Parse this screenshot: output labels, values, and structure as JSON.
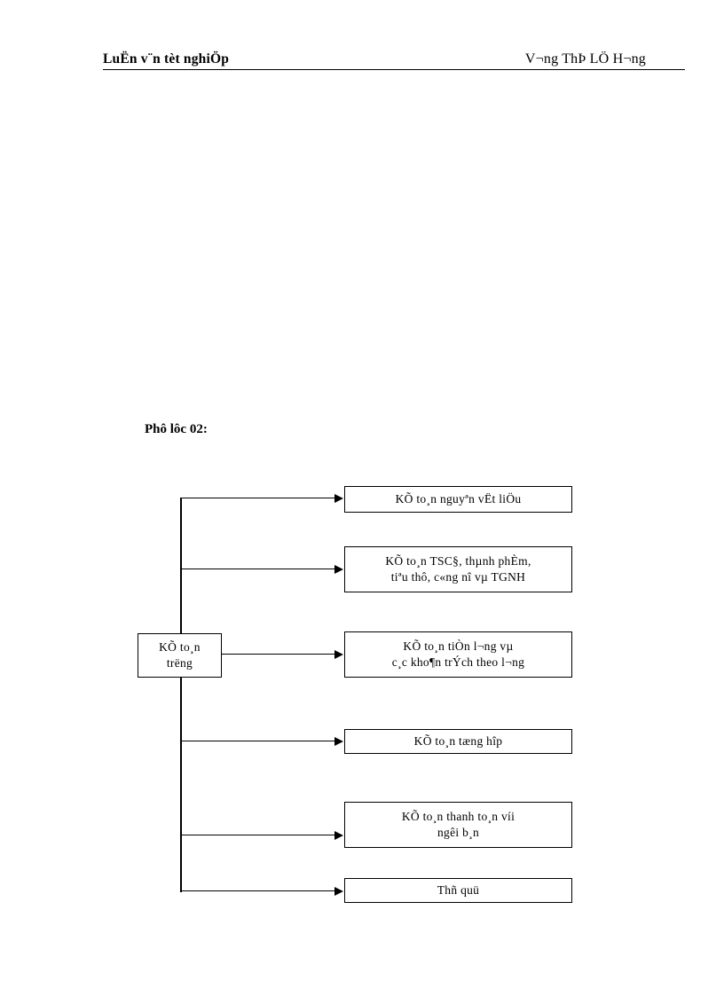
{
  "document": {
    "header": {
      "left_text": "LuËn v¨n tèt nghiÖp",
      "right_text": "V¬ng  ThÞ LÖ H¬ng"
    },
    "caption": "Phô lôc 02:"
  },
  "chart_data": {
    "type": "diagram",
    "title": "Phô lôc 02:",
    "layout": "horizontal-tree",
    "root": {
      "id": "ke-toan-truong",
      "line1": "KÕ to¸n",
      "line2": "trëng",
      "text": "Kế toán trưởng"
    },
    "nodes": [
      {
        "id": "ke-toan-nguyen-vat-lieu",
        "line1": "KÕ to¸n nguyªn  vËt liÖu",
        "line2": "",
        "text": "Kế toán nguyên vật liệu"
      },
      {
        "id": "ke-toan-tscd",
        "line1": "KÕ to¸n TSC§, thµnh phÈm,",
        "line2": "tiªu thô, c«ng nî vµ TGNH",
        "text": "Kế toán TSCĐ, thành phẩm, tiêu thụ, công nợ và TGNH"
      },
      {
        "id": "ke-toan-tien-luong",
        "line1": "KÕ to¸n tiÒn  l¬ng  vµ",
        "line2": "c¸c kho¶n  trÝch  theo l¬ng",
        "text": "Kế toán tiền lương và các khoản trích theo lương"
      },
      {
        "id": "ke-toan-tong-hop",
        "line1": "KÕ to¸n tæng  hîp",
        "line2": "",
        "text": "Kế toán tổng hợp"
      },
      {
        "id": "ke-toan-thanh-toan",
        "line1": "KÕ to¸n thanh  to¸n víi",
        "line2": "ngêi b¸n",
        "text": "Kế toán thanh toán với người bán"
      },
      {
        "id": "thu-quy",
        "line1": "Thñ  quü",
        "line2": "",
        "text": "Thủ quỹ"
      }
    ],
    "edges": [
      {
        "from": "ke-toan-truong",
        "to": "ke-toan-nguyen-vat-lieu"
      },
      {
        "from": "ke-toan-truong",
        "to": "ke-toan-tscd"
      },
      {
        "from": "ke-toan-truong",
        "to": "ke-toan-tien-luong"
      },
      {
        "from": "ke-toan-truong",
        "to": "ke-toan-tong-hop"
      },
      {
        "from": "ke-toan-truong",
        "to": "ke-toan-thanh-toan"
      },
      {
        "from": "ke-toan-truong",
        "to": "thu-quy"
      }
    ],
    "colors": {
      "line": "#000000",
      "box_fill": "#ffffff",
      "text": "#000000"
    }
  }
}
